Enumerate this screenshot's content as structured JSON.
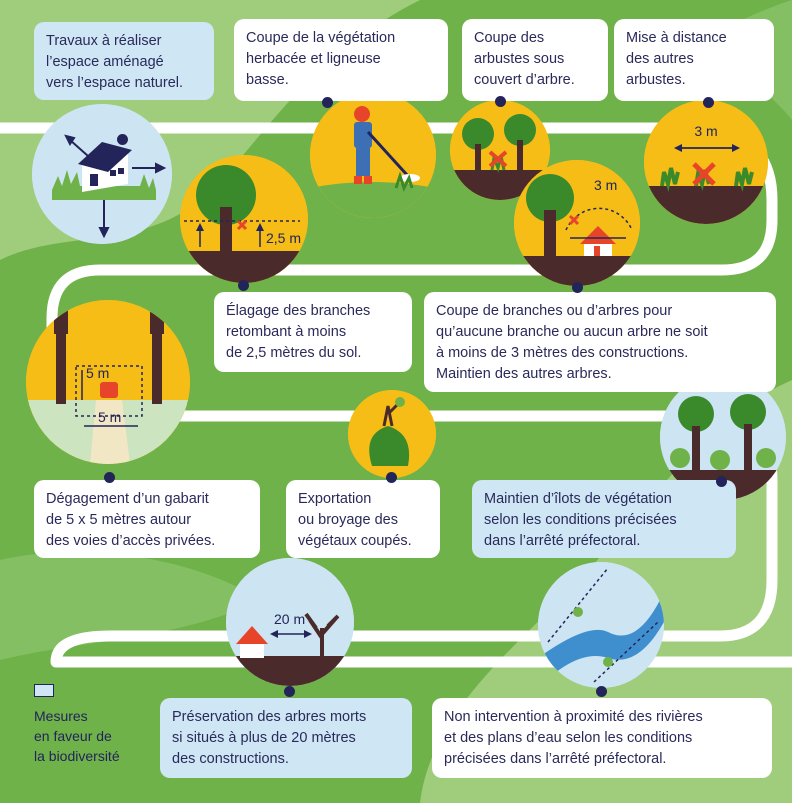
{
  "colors": {
    "field_green": "#6fb24a",
    "light_green": "#9fcd7b",
    "path": "#ffffff",
    "card": "#ffffff",
    "biodiversity": "#cfe6f5",
    "text": "#2a2a5a",
    "dot": "#23245a",
    "yellow": "#f6bd16",
    "soil": "#4a2a2a",
    "red": "#e6452a",
    "sky_blue": "#cde4f2"
  },
  "steps": [
    {
      "id": "amenage",
      "text": "Travaux à réaliser\nl’espace aménagé\nvers l’espace naturel.",
      "biodiversity": true,
      "icon": "house-arrows-icon"
    },
    {
      "id": "herbacee",
      "text": "Coupe de la végétation\nherbacée et ligneuse\nbasse.",
      "biodiversity": false,
      "icon": "brush-cutter-worker-icon"
    },
    {
      "id": "arbustes",
      "text": "Coupe des\narbustes sous\ncouvert d’arbre.",
      "biodiversity": false,
      "icon": "shrubs-under-trees-icon"
    },
    {
      "id": "distance",
      "text": "Mise à distance\ndes autres\narbustes.",
      "biodiversity": false,
      "icon": "shrub-spacing-icon",
      "measure": "3 m"
    },
    {
      "id": "elagage",
      "text": "Élagage des branches\nretombant à moins\nde 2,5 mètres du sol.",
      "biodiversity": false,
      "icon": "pruning-tree-icon",
      "measure": "2,5 m"
    },
    {
      "id": "constructions",
      "text": "Coupe de branches ou d’arbres pour\nqu’aucune branche ou aucun arbre ne soit\nà moins de 3 mètres des constructions.\nMaintien des autres arbres.",
      "biodiversity": false,
      "icon": "tree-near-house-icon",
      "measure": "3 m"
    },
    {
      "id": "gabarit",
      "text": "Dégagement d’un gabarit\nde 5 x 5 mètres autour\ndes voies d’accès privées.",
      "biodiversity": false,
      "icon": "fire-truck-clearance-icon",
      "measure_h": "5 m",
      "measure_v": "5 m"
    },
    {
      "id": "exportation",
      "text": "Exportation\nou broyage des\nvégétaux coupés.",
      "biodiversity": false,
      "icon": "green-waste-bag-icon"
    },
    {
      "id": "ilots",
      "text": "Maintien d’îlots de végétation\nselon les conditions précisées\ndans l’arrêté préfectoral.",
      "biodiversity": true,
      "icon": "vegetation-island-icon"
    },
    {
      "id": "arbres_morts",
      "text": "Préservation des arbres morts\nsi situés à plus de 20 mètres\ndes constructions.",
      "biodiversity": true,
      "icon": "dead-tree-distance-icon",
      "measure": "20 m"
    },
    {
      "id": "rivieres",
      "text": "Non intervention à proximité des rivières\net des plans d’eau selon les conditions\nprécisées dans l’arrêté préfectoral.",
      "biodiversity": true,
      "icon": "river-icon"
    }
  ],
  "legend": {
    "label": "Mesures\nen faveur de\nla biodiversité"
  }
}
